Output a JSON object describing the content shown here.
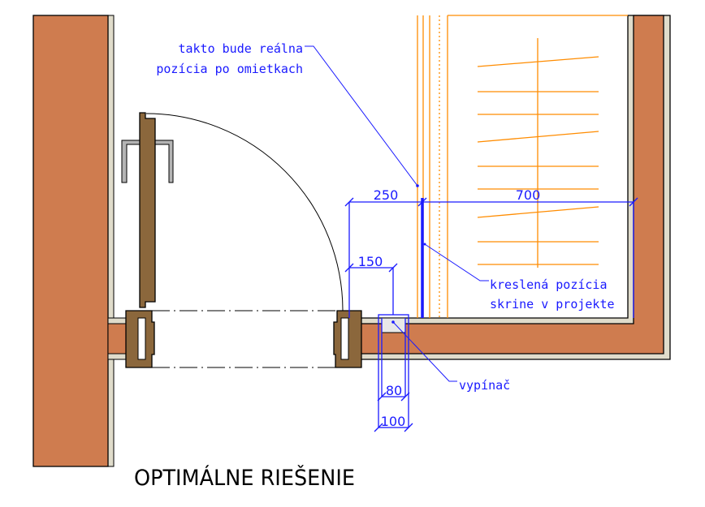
{
  "annotations": {
    "real_position_line1": "takto bude reálna",
    "real_position_line2": "pozícia po omietkach",
    "drawn_position_line1": "kreslená pozícia",
    "drawn_position_line2": "skrine v projekte",
    "switch": "vypínač"
  },
  "dimensions": {
    "d250": "250",
    "d700": "700",
    "d150": "150",
    "d80": "80",
    "d100": "100"
  },
  "title": "OPTIMÁLNE RIEŠENIE",
  "colors": {
    "brick": "#CF7C4F",
    "plaster": "#E0DCCB",
    "wood": "#8B673C",
    "annotation": "#1a1aff",
    "cabinet": "#FF8C00",
    "handle": "#B4B4B4"
  }
}
